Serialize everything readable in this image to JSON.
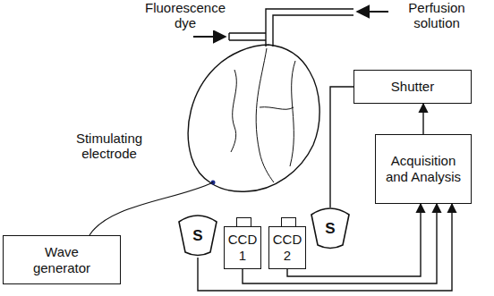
{
  "diagram": {
    "nodes": [
      {
        "text": [
          "Shutter"
        ]
      },
      {
        "text": [
          "Acquisition and Analysis"
        ]
      },
      {
        "text": [
          "Wave generator"
        ]
      },
      {
        "text": [
          "S"
        ]
      },
      {
        "text": [
          "S"
        ]
      },
      {
        "text": [
          "CCD 1"
        ]
      },
      {
        "text": [
          "CCD 2"
        ]
      }
    ],
    "edges": [
      {
        "from": 1,
        "to": 0,
        "arrow": "to"
      },
      {
        "from": 4,
        "to": 0,
        "arrow": "none"
      },
      {
        "from": 3,
        "to": 1,
        "arrow": "to"
      },
      {
        "from": 5,
        "to": 1,
        "arrow": "to"
      },
      {
        "from": 6,
        "to": 1,
        "arrow": "to"
      }
    ],
    "labels": [
      "Fluorescence dye",
      "Perfusion solution",
      "Stimulating electrode"
    ]
  }
}
